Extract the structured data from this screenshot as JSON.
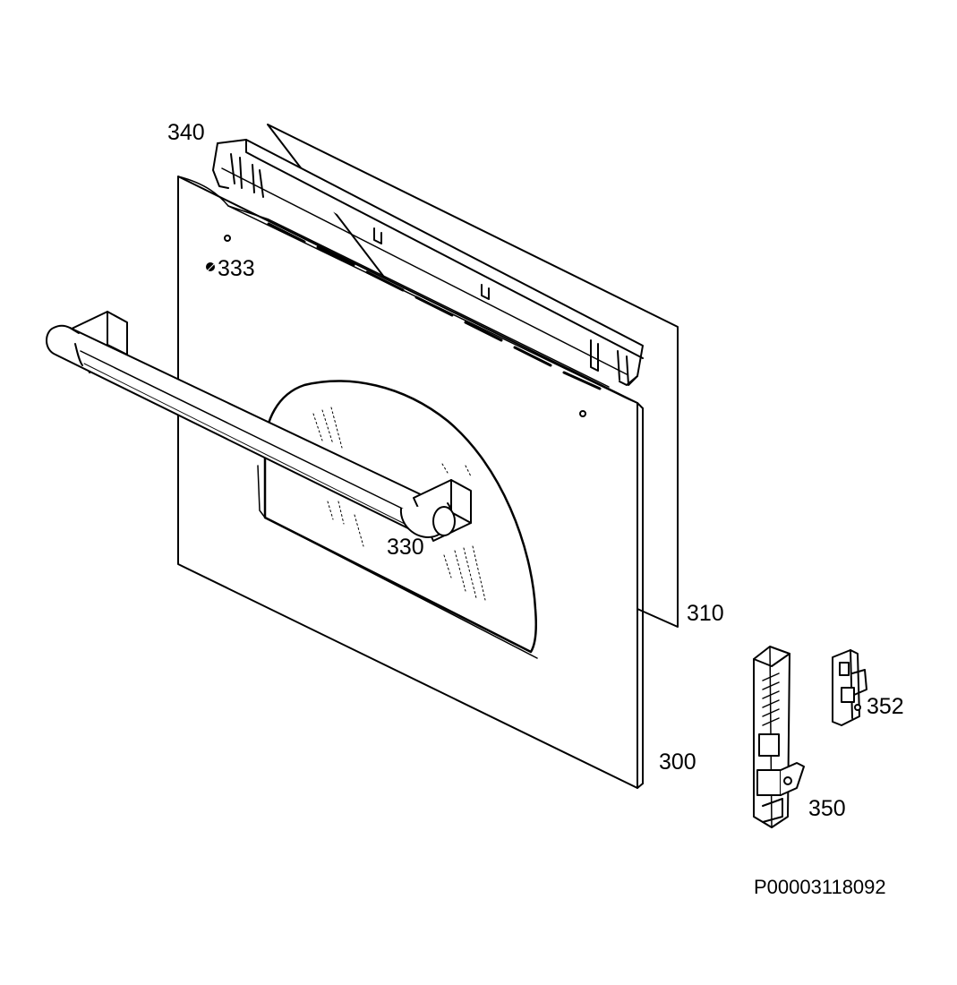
{
  "colors": {
    "line": "#000000",
    "paper": "#ffffff"
  },
  "parts": [
    {
      "id": "300",
      "label": "300"
    },
    {
      "id": "310",
      "label": "310"
    },
    {
      "id": "330",
      "label": "330"
    },
    {
      "id": "333",
      "label": "333"
    },
    {
      "id": "340",
      "label": "340"
    },
    {
      "id": "350",
      "label": "350"
    },
    {
      "id": "352",
      "label": "352"
    }
  ],
  "drawing_code": "P00003118092"
}
